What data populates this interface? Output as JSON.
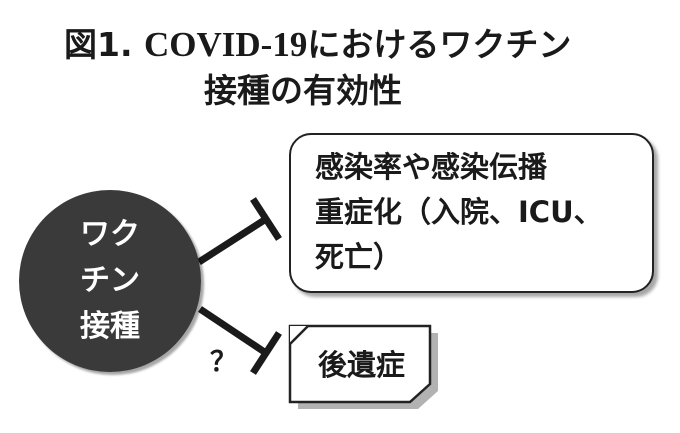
{
  "title": {
    "fig": "図1.",
    "latin": "COVID-19",
    "rest": "におけるワクチン",
    "line2": "接種の有効性"
  },
  "vaccine_node": {
    "lines": [
      "ワク",
      "チン",
      "接種"
    ]
  },
  "outcome_primary": {
    "lines": [
      "感染率や感染伝播",
      "重症化（入院、ICU、",
      "死亡）"
    ]
  },
  "outcome_secondary": {
    "label": "後遺症",
    "uncertainty_mark": "？"
  }
}
